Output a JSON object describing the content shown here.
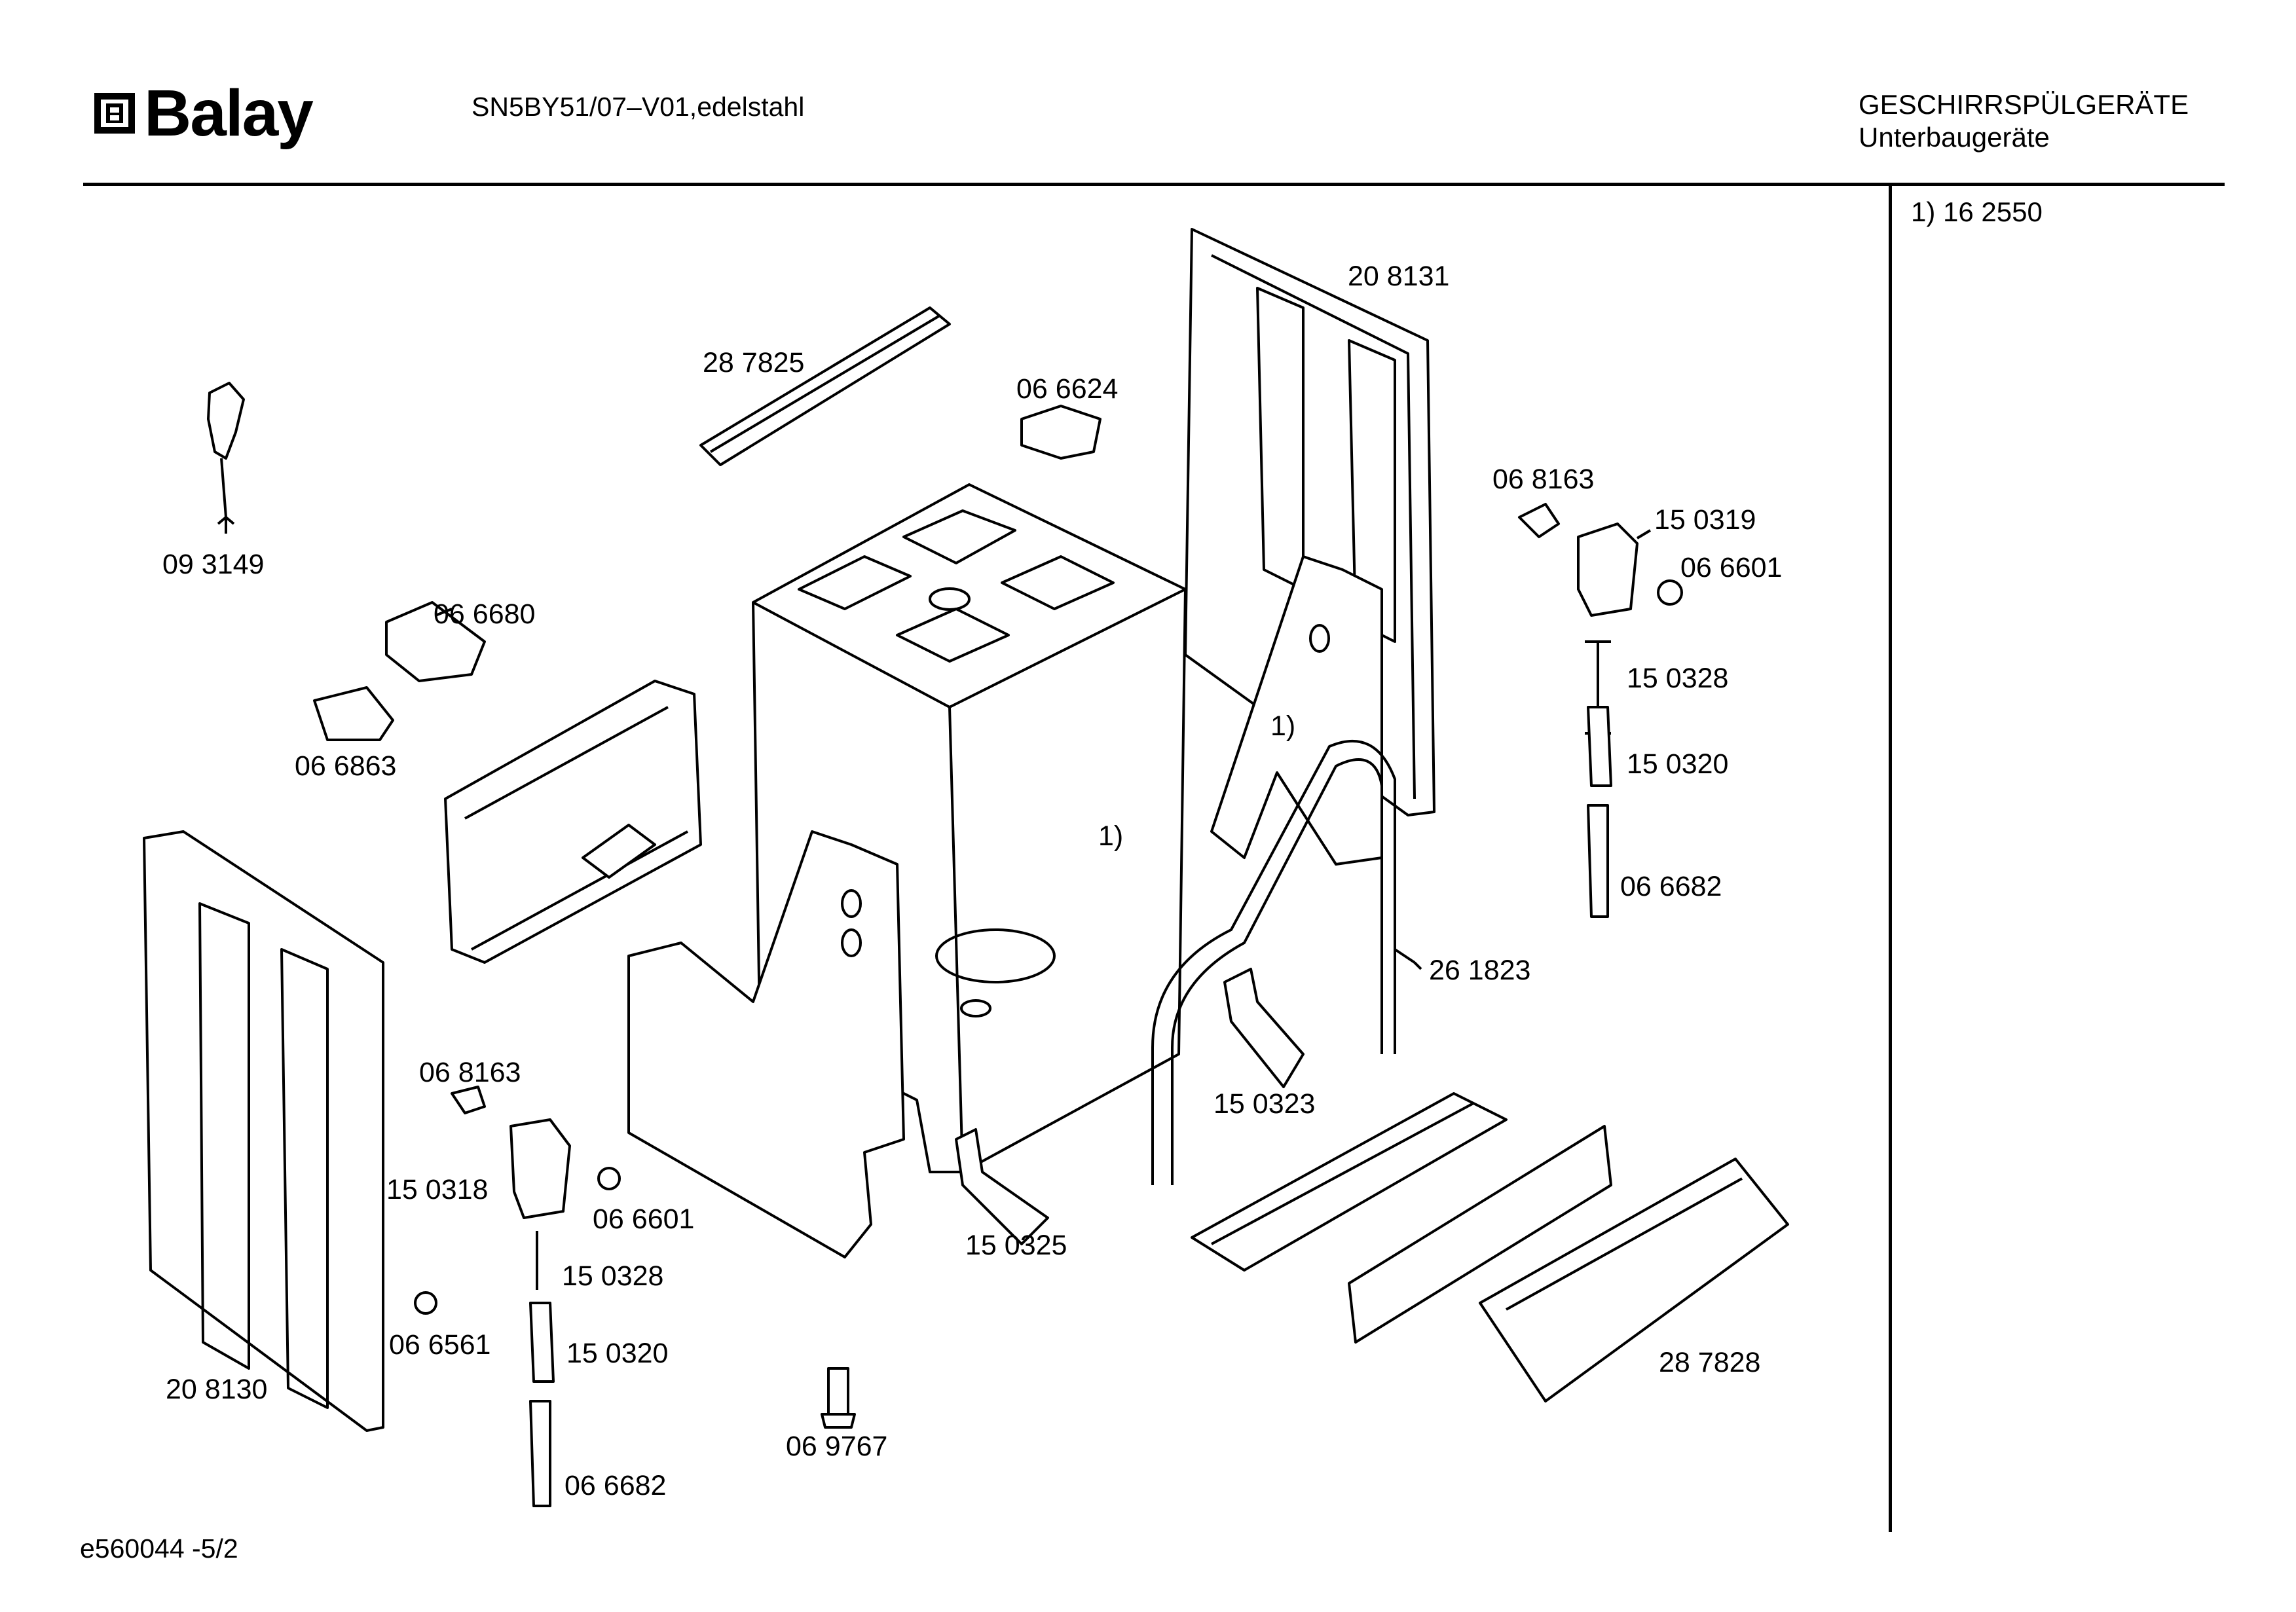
{
  "header": {
    "brand": "Balay",
    "model": "SN5BY51/07–V01,edelstahl",
    "category_line1": "GESCHIRRSPÜLGERÄTE",
    "category_line2": "Unterbaugeräte"
  },
  "footnote": "1)  16 2550",
  "footer": "e560044    -5/2",
  "parts": [
    {
      "id": "p093149",
      "label": "09 3149"
    },
    {
      "id": "p287825",
      "label": "28 7825"
    },
    {
      "id": "p066624",
      "label": "06 6624"
    },
    {
      "id": "p208131",
      "label": "20 8131"
    },
    {
      "id": "p068163a",
      "label": "06 8163"
    },
    {
      "id": "p150319",
      "label": "15 0319"
    },
    {
      "id": "p066601a",
      "label": "06 6601"
    },
    {
      "id": "p066680",
      "label": "06 6680"
    },
    {
      "id": "p150328a",
      "label": "15 0328"
    },
    {
      "id": "p066863",
      "label": "06 6863"
    },
    {
      "id": "p150320a",
      "label": "15 0320"
    },
    {
      "id": "p066682a",
      "label": "06 6682"
    },
    {
      "id": "p261823",
      "label": "26 1823"
    },
    {
      "id": "p068163b",
      "label": "06 8163"
    },
    {
      "id": "p150323",
      "label": "15 0323"
    },
    {
      "id": "p150318",
      "label": "15 0318"
    },
    {
      "id": "p066601b",
      "label": "06 6601"
    },
    {
      "id": "p150325",
      "label": "15 0325"
    },
    {
      "id": "p150328b",
      "label": "15 0328"
    },
    {
      "id": "p066561",
      "label": "06 6561"
    },
    {
      "id": "p150320b",
      "label": "15 0320"
    },
    {
      "id": "p208130",
      "label": "20 8130"
    },
    {
      "id": "p287828",
      "label": "28 7828"
    },
    {
      "id": "p069767",
      "label": "06 9767"
    },
    {
      "id": "p066682b",
      "label": "06 6682"
    }
  ],
  "callouts": [
    {
      "id": "c1",
      "label": "1)"
    },
    {
      "id": "c2",
      "label": "1)"
    }
  ]
}
